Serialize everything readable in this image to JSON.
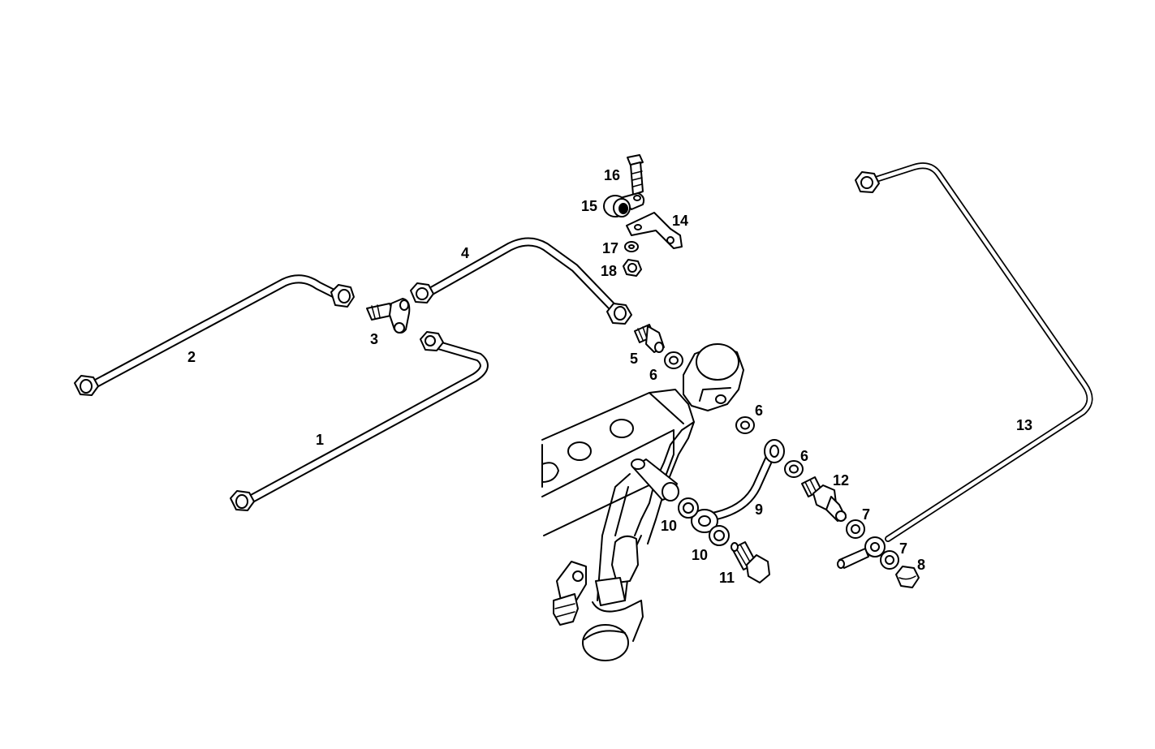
{
  "diagram": {
    "parts": [
      {
        "id": "1",
        "label": "1"
      },
      {
        "id": "2",
        "label": "2"
      },
      {
        "id": "3",
        "label": "3"
      },
      {
        "id": "4",
        "label": "4"
      },
      {
        "id": "5",
        "label": "5"
      },
      {
        "id": "6a",
        "label": "6"
      },
      {
        "id": "6b",
        "label": "6"
      },
      {
        "id": "6c",
        "label": "6"
      },
      {
        "id": "7a",
        "label": "7"
      },
      {
        "id": "7b",
        "label": "7"
      },
      {
        "id": "8",
        "label": "8"
      },
      {
        "id": "9",
        "label": "9"
      },
      {
        "id": "10a",
        "label": "10"
      },
      {
        "id": "10b",
        "label": "10"
      },
      {
        "id": "11",
        "label": "11"
      },
      {
        "id": "12",
        "label": "12"
      },
      {
        "id": "13",
        "label": "13"
      },
      {
        "id": "14",
        "label": "14"
      },
      {
        "id": "15",
        "label": "15"
      },
      {
        "id": "16",
        "label": "16"
      },
      {
        "id": "17",
        "label": "17"
      },
      {
        "id": "18",
        "label": "18"
      }
    ]
  }
}
